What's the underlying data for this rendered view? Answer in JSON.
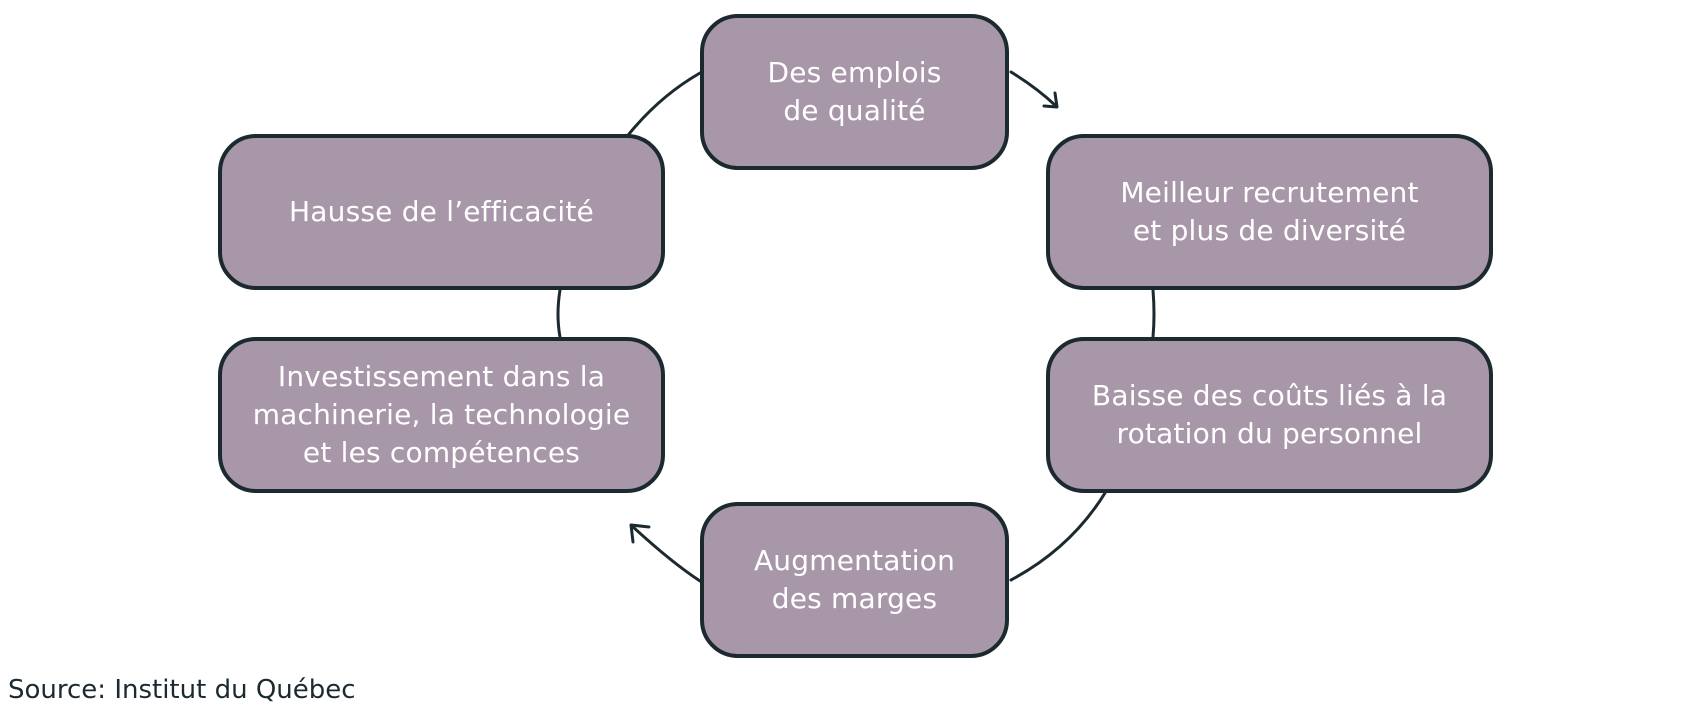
{
  "diagram": {
    "type": "cycle",
    "nodes": [
      {
        "id": "quality-jobs",
        "label": "Des emplois\nde qualité"
      },
      {
        "id": "recruitment",
        "label": "Meilleur recrutement\net plus de diversité"
      },
      {
        "id": "turnover-costs",
        "label": "Baisse des coûts liés à la\nrotation du personnel"
      },
      {
        "id": "margins",
        "label": "Augmentation\ndes marges"
      },
      {
        "id": "investment",
        "label": "Investissement dans la\nmachinerie, la technologie\net les compétences"
      },
      {
        "id": "efficiency",
        "label": "Hausse de l’efficacité"
      }
    ],
    "flow": "clockwise",
    "colors": {
      "node_fill": "#a897a9",
      "node_border": "#1c2a30",
      "node_text": "#ffffff",
      "connector": "#1c2a30"
    }
  },
  "source": "Source: Institut du Québec"
}
